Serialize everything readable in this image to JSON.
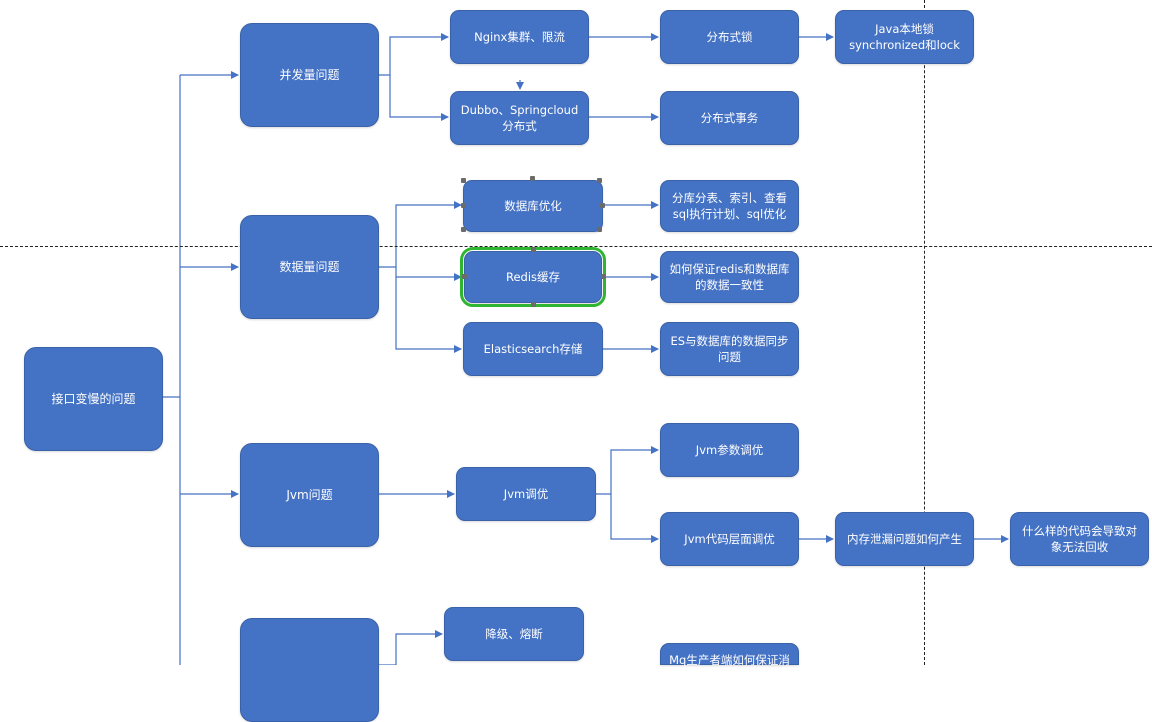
{
  "diagram": {
    "colors": {
      "node_fill": "#4472C4",
      "connector": "#4472C4",
      "selection_outline": "#2fb52f",
      "guide": "#222222"
    },
    "nodes": {
      "root": "接口变慢的问题",
      "concurrency": "并发量问题",
      "data_volume": "数据量问题",
      "jvm": "Jvm问题",
      "nginx": "Nginx集群、限流",
      "dubbo": "Dubbo、Springcloud分布式",
      "dist_lock": "分布式锁",
      "dist_tx": "分布式事务",
      "java_lock": "Java本地锁synchronized和lock",
      "db_opt": "数据库优化",
      "db_opt_detail": "分库分表、索引、查看sql执行计划、sql优化",
      "redis": "Redis缓存",
      "redis_detail": "如何保证redis和数据库的数据一致性",
      "es": "Elasticsearch存储",
      "es_detail": "ES与数据库的数据同步问题",
      "jvm_tuning": "Jvm调优",
      "jvm_params": "Jvm参数调优",
      "jvm_code": "Jvm代码层面调优",
      "mem_leak": "内存泄漏问题如何产生",
      "gc_fail": "什么样的代码会导致对象无法回收",
      "degrade": "降级、熔断",
      "mq": "Mq生产者端如何保证消"
    }
  }
}
